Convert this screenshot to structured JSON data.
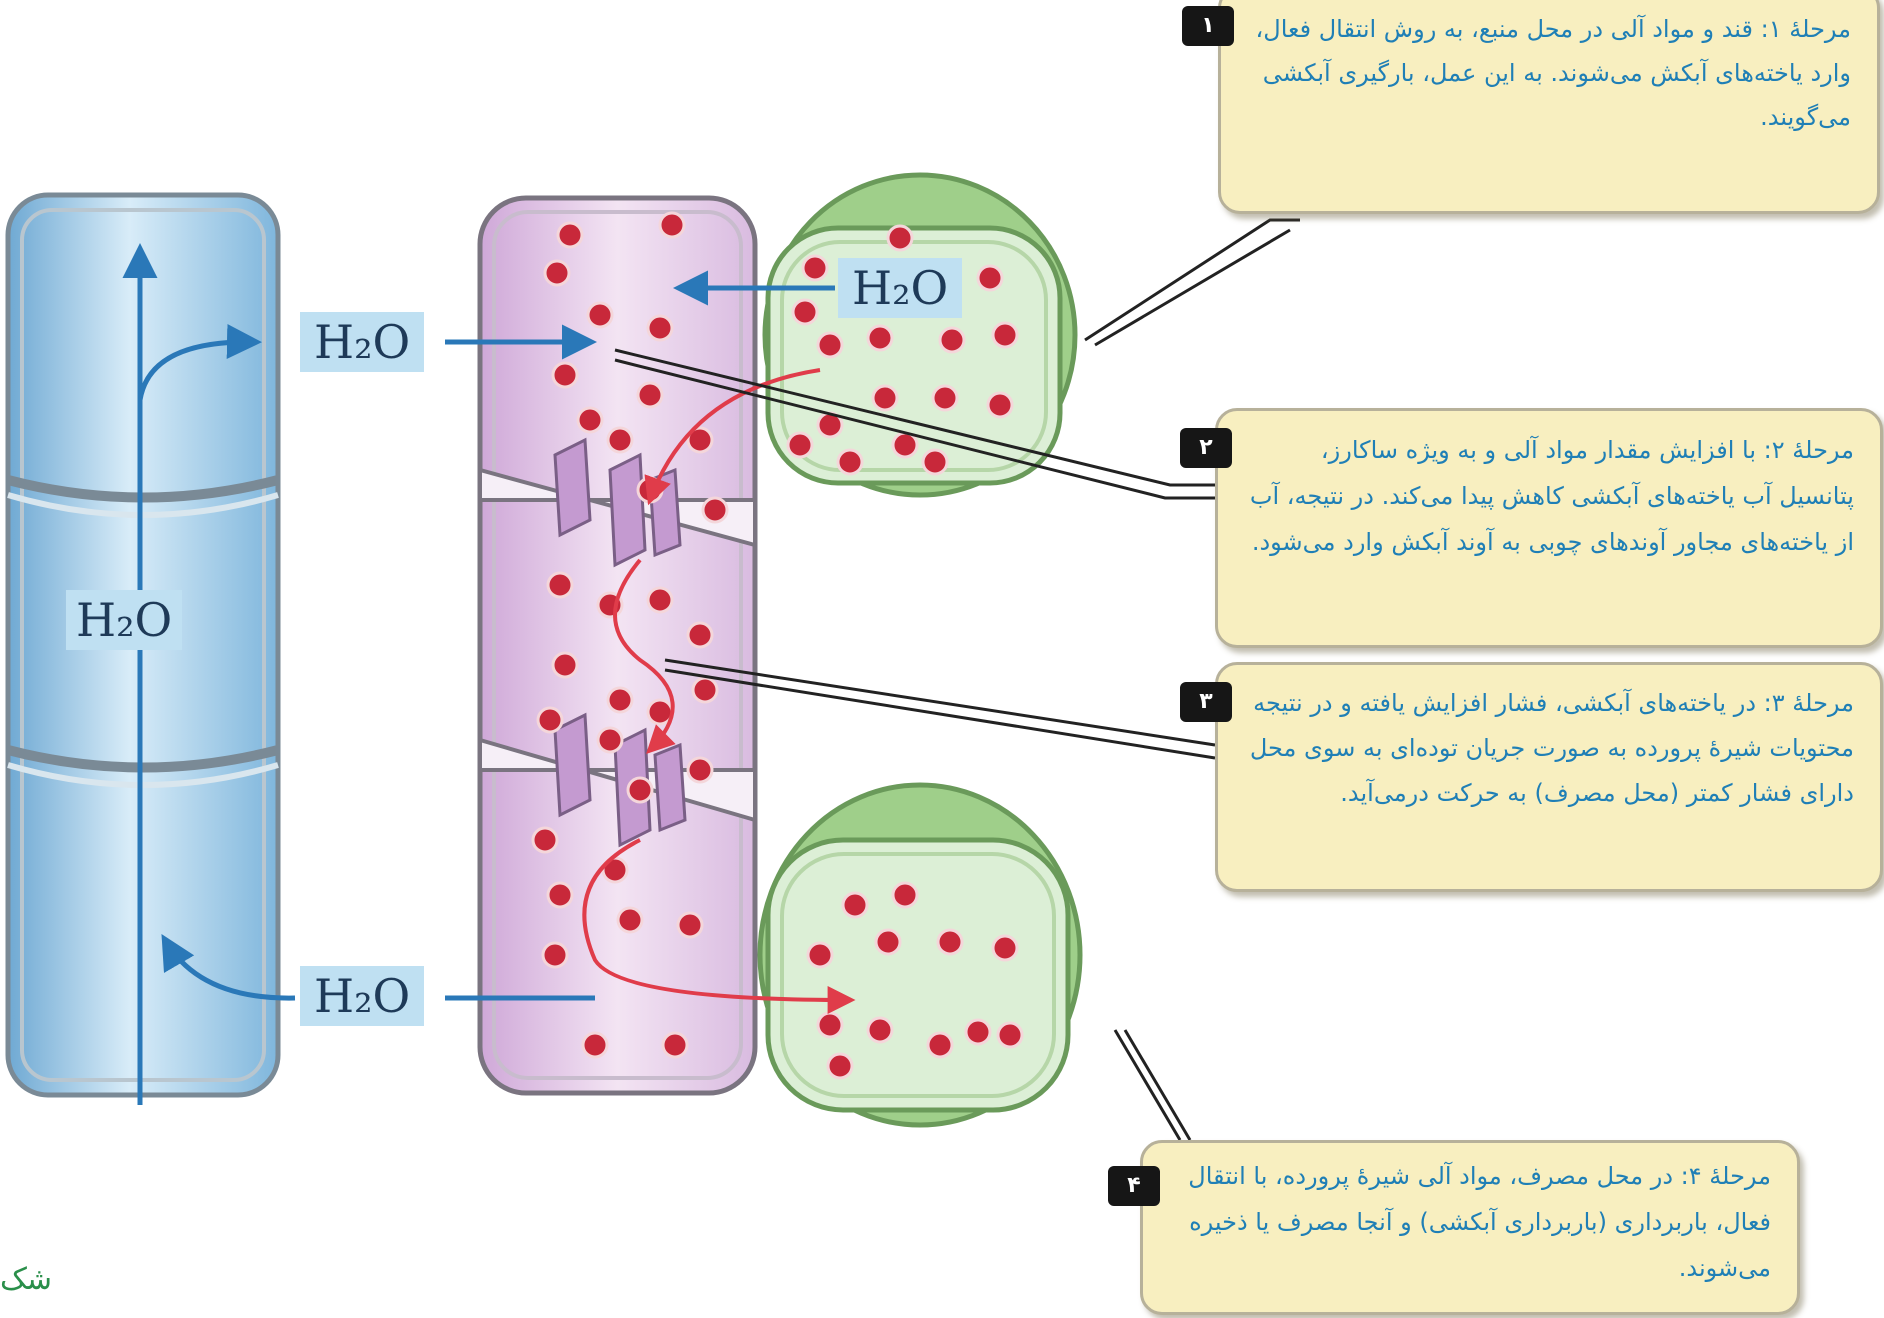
{
  "molecule_label": "H₂O",
  "callouts": [
    {
      "number": "۱",
      "text": "مرحلهٔ ۱: قند و مواد آلی در محل منبع، به روش انتقال فعال، وارد یاخته‌های آبکش می‌شوند. به این عمل، بارگیری آبکشی می‌گویند."
    },
    {
      "number": "۲",
      "text": "مرحلهٔ ۲: با افزایش مقدار مواد آلی و به ویژه ساکارز، پتانسیل آب یاخته‌های آبکشی کاهش پیدا می‌کند. در نتیجه، آب از یاخته‌های مجاور آوندهای چوبی به آوند آبکش وارد می‌شود."
    },
    {
      "number": "۳",
      "text": "مرحلهٔ ۳: در یاخته‌های آبکشی، فشار افزایش یافته و در نتیجه محتویات شیرهٔ پرورده به صورت جریان توده‌ای به سوی محل دارای فشار کمتر (محل مصرف) به حرکت درمی‌آید."
    },
    {
      "number": "۴",
      "text": "مرحلهٔ ۴: در محل مصرف، مواد آلی شیرهٔ پرورده، با انتقال فعال، باربرداری (باربرداری آبکشی) و آنجا مصرف یا ذخیره می‌شوند."
    }
  ],
  "caption": "شک",
  "colors": {
    "xylem": "#8fc3e4",
    "phloem": "#e6cde9",
    "companion_cell": "#d7ecd2",
    "companion_wall": "#8cbf78",
    "sugar": "#c8283a",
    "arrow_blue": "#2a78b8",
    "arrow_red": "#e03c4a",
    "callout_bg": "#f8efc0"
  }
}
